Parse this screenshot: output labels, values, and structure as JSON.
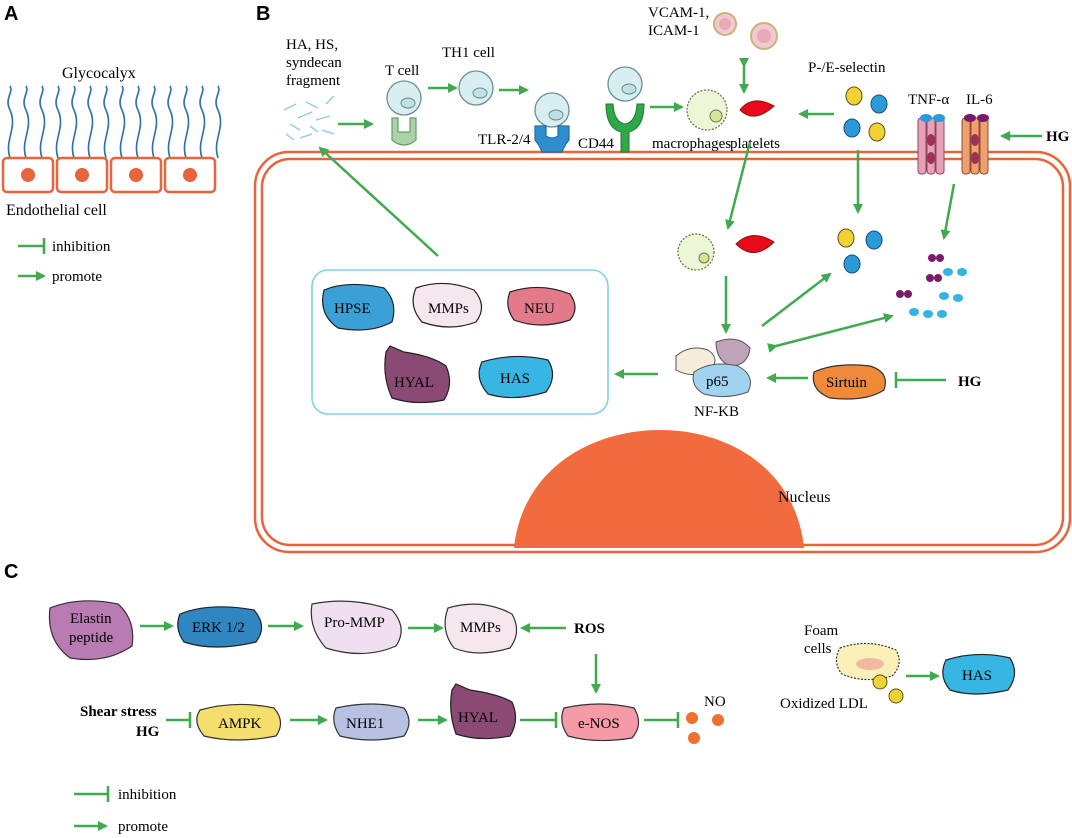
{
  "panels": {
    "a": "A",
    "b": "B",
    "c": "C"
  },
  "panel_a": {
    "glycocalyx": "Glycocalyx",
    "endothelial_cell": "Endothelial cell",
    "legend": {
      "inhibition": "inhibition",
      "promote": "promote"
    }
  },
  "panel_b": {
    "fragment_line1": "HA, HS,",
    "fragment_line2": "syndecan",
    "fragment_line3": "fragment",
    "t_cell": "T cell",
    "th1_cell": "TH1 cell",
    "tlr": "TLR-2/4",
    "cd44": "CD44",
    "macrophages": "macrophages",
    "platelets": "platelets",
    "vcam_line1": "VCAM-1,",
    "vcam_line2": "ICAM-1",
    "selectin": "P-/E-selectin",
    "tnf": "TNF-α",
    "il6": "IL-6",
    "hg_top": "HG",
    "enzymes": {
      "hpse": "HPSE",
      "mmps": "MMPs",
      "neu": "NEU",
      "hyal": "HYAL",
      "has": "HAS"
    },
    "p65": "p65",
    "nfkb": "NF-KB",
    "sirtuin": "Sirtuin",
    "hg_mid": "HG",
    "nucleus": "Nucleus"
  },
  "panel_c": {
    "elastin_line1": "Elastin",
    "elastin_line2": "peptide",
    "erk": "ERK 1/2",
    "pro_mmp": "Pro-MMP",
    "mmps": "MMPs",
    "ros": "ROS",
    "shear_stress": "Shear stress",
    "hg": "HG",
    "ampk": "AMPK",
    "nhe1": "NHE1",
    "hyal": "HYAL",
    "enos": "e-NOS",
    "no": "NO",
    "foam_line1": "Foam",
    "foam_line2": "cells",
    "oxidized_ldl": "Oxidized LDL",
    "has": "HAS",
    "legend": {
      "inhibition": "inhibition",
      "promote": "promote"
    }
  },
  "colors": {
    "arrow": "#3faa4f",
    "membrane": "#e8643c",
    "nucleus": "#f26b3f",
    "glycocalyx": "#2a6fa8",
    "hpse": "#3aa0d6",
    "mmps": "#f6e6ee",
    "neu": "#e37a8a",
    "hyal": "#8a4a74",
    "has": "#37b6e3",
    "sirtuin": "#f08a3a",
    "elastin": "#b87bb2",
    "erk": "#2f86c1",
    "ampk": "#f3de6e",
    "nhe1": "#b7c2e3",
    "enos": "#f59aa7",
    "no": "#f07030"
  }
}
